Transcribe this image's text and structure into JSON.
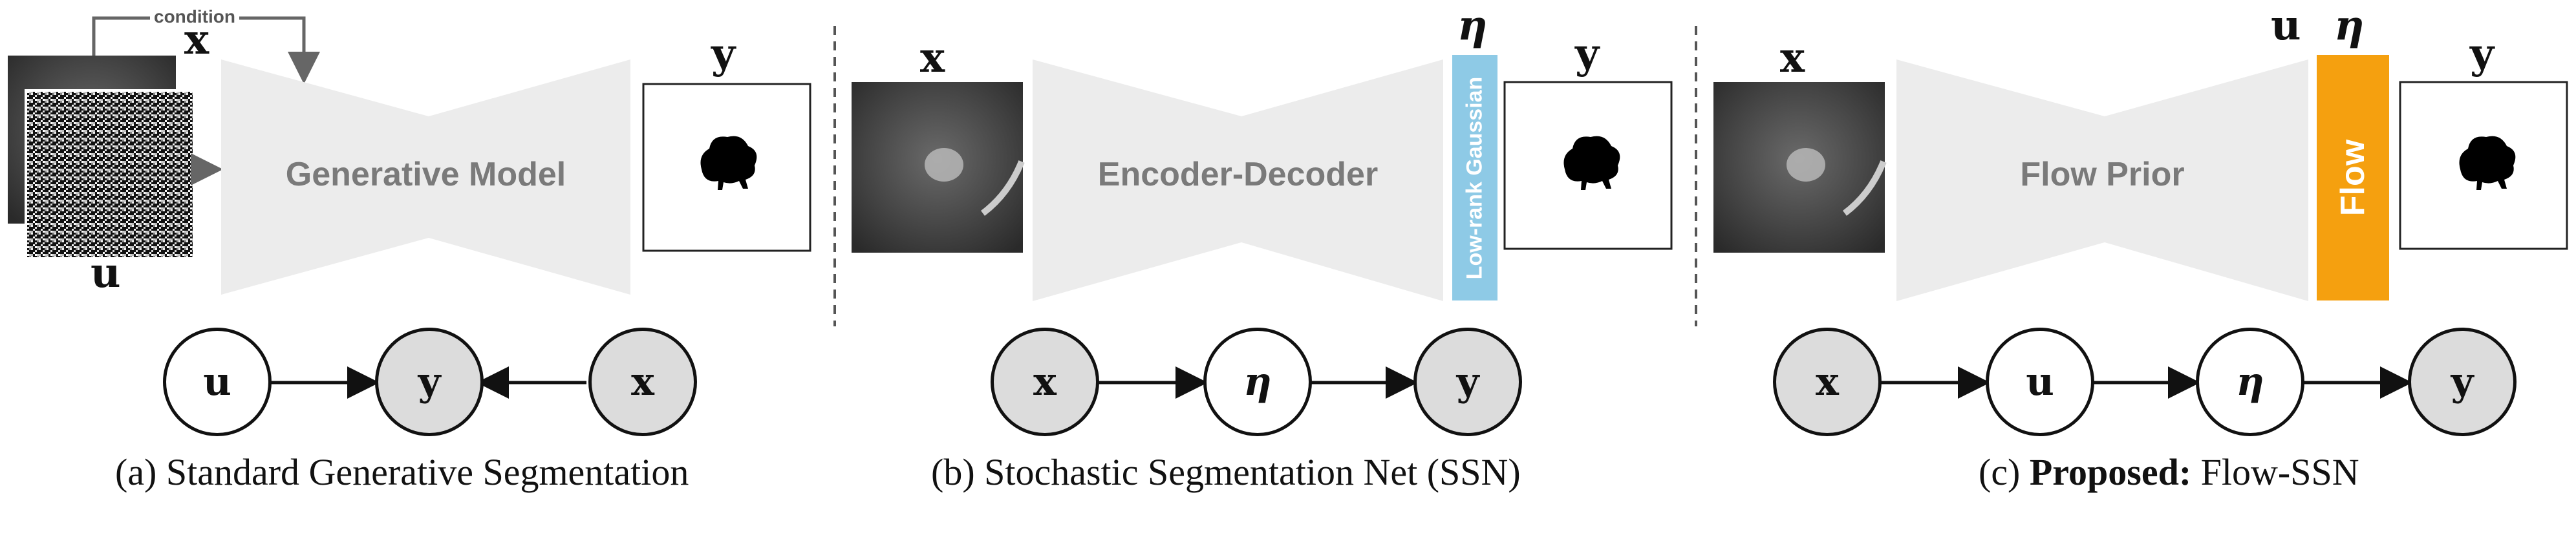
{
  "panels": {
    "a": {
      "model_label": "Generative Model",
      "condition_label": "condition",
      "input_x": "x",
      "input_u": "u",
      "output_y": "y",
      "graph": [
        "u",
        "y",
        "x"
      ],
      "caption": "(a) Standard Generative Segmentation"
    },
    "b": {
      "model_label": "Encoder-Decoder",
      "head_label": "Low-rank Gaussian",
      "head_symbol": "η",
      "input_x": "x",
      "output_y": "y",
      "graph": [
        "x",
        "η",
        "y"
      ],
      "caption": "(b) Stochastic Segmentation Net (SSN)"
    },
    "c": {
      "model_label": "Flow Prior",
      "head_label": "Flow",
      "head_symbol_u": "u",
      "head_symbol_eta": "η",
      "input_x": "x",
      "output_y": "y",
      "graph": [
        "x",
        "u",
        "η",
        "y"
      ],
      "caption_prefix": "(c) ",
      "caption_bold": "Proposed:",
      "caption_rest": " Flow-SSN"
    }
  },
  "colors": {
    "trapezoid": "#ececec",
    "low_rank_gaussian": "#8ecae6",
    "flow": "#f5a00f",
    "observed_node": "#dcdcdc",
    "separator": "#555555"
  }
}
